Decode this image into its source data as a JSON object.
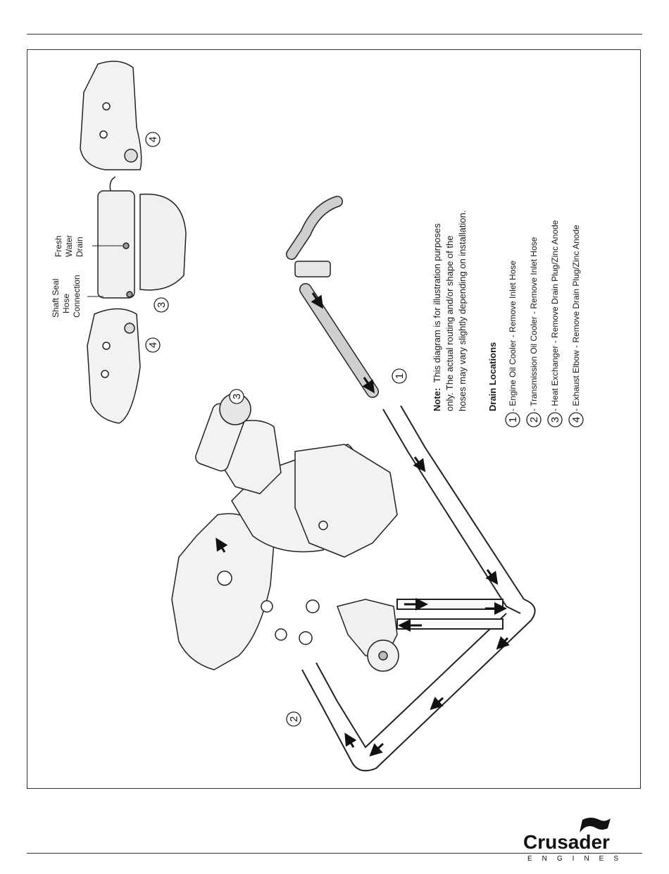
{
  "note": {
    "label": "Note:",
    "line1": "This diagram is for illustration purposes",
    "line2": "only. The actual routing and/or shape of the",
    "line3": "hoses may vary slightly depending on installation."
  },
  "legend": {
    "title": "Drain Locations",
    "items": [
      {
        "num": "1",
        "text": "- Engine Oil Cooler - Remove Inlet Hose"
      },
      {
        "num": "2",
        "text": "- Transmission Oil Cooler - Remove Inlet Hose"
      },
      {
        "num": "3",
        "text": "- Heat Exchanger - Remove Drain Plug/Zinc Anode"
      },
      {
        "num": "4",
        "text": "- Exhaust Elbow - Remove Drain Plug/Zinc Anode"
      }
    ]
  },
  "callouts": {
    "shaft_seal": [
      "Shaft Seal",
      "Hose",
      "Connection"
    ],
    "fresh_water": [
      "Fresh",
      "Water",
      "Drain"
    ],
    "num1": "1",
    "num2": "2",
    "num3_engine": "3",
    "num3_top": "3",
    "num4_right": "4",
    "num4_left": "4"
  },
  "logo": {
    "name": "Crusader",
    "subtitle": "ENGINES"
  }
}
